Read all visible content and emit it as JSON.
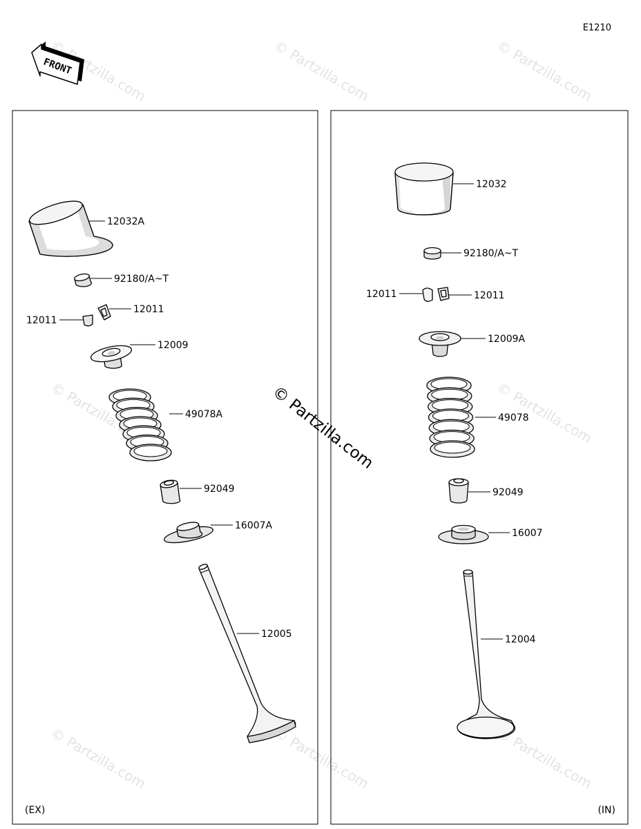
{
  "diagram_code": "E1210",
  "front_label": "FRONT",
  "watermark": "© Partzilla.com",
  "center_watermark": "© Partzilla.com",
  "left_panel": {
    "caption": "(EX)",
    "parts": [
      {
        "id": "ex-tappet",
        "label": "12032A"
      },
      {
        "id": "ex-shim",
        "label": "92180/A~T"
      },
      {
        "id": "ex-cotter-right",
        "label": "12011"
      },
      {
        "id": "ex-cotter-left",
        "label": "12011"
      },
      {
        "id": "ex-retainer",
        "label": "12009"
      },
      {
        "id": "ex-spring",
        "label": "49078A"
      },
      {
        "id": "ex-seal",
        "label": "92049"
      },
      {
        "id": "ex-seat",
        "label": "16007A"
      },
      {
        "id": "ex-valve",
        "label": "12005"
      }
    ]
  },
  "right_panel": {
    "caption": "(IN)",
    "parts": [
      {
        "id": "in-tappet",
        "label": "12032"
      },
      {
        "id": "in-shim",
        "label": "92180/A~T"
      },
      {
        "id": "in-cotter-left",
        "label": "12011"
      },
      {
        "id": "in-cotter-right",
        "label": "12011"
      },
      {
        "id": "in-retainer",
        "label": "12009A"
      },
      {
        "id": "in-spring",
        "label": "49078"
      },
      {
        "id": "in-seal",
        "label": "92049"
      },
      {
        "id": "in-seat",
        "label": "16007"
      },
      {
        "id": "in-valve",
        "label": "12004"
      }
    ]
  }
}
